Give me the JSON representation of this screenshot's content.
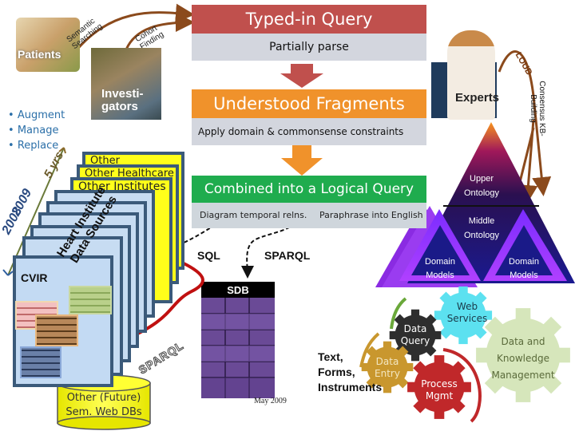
{
  "top_left": {
    "patients_label": "Patients",
    "semantic_searching_label": "Semantic Searching",
    "cohort_finding_label": "Cohort Finding",
    "investigators_label": "Investi-gators",
    "bullets": [
      "Augment",
      "Manage",
      "Replace"
    ]
  },
  "timeline": {
    "span_label": "5 yrs",
    "year_a": "2009",
    "year_b": "2008"
  },
  "data_sources": {
    "yellow_cards": [
      "Other enterprises",
      "Other Healthcare",
      "Other Institutes"
    ],
    "stack_title": "Heart Institute Data Sources",
    "cvir_label": "CVIR"
  },
  "future_db": {
    "label_line1": "Other (Future)",
    "label_line2": "Sem. Web DBs",
    "sparql_label": "SPARQL"
  },
  "flow": {
    "step1_title": "Typed-in Query",
    "step1_sub": "Partially parse",
    "step2_title": "Understood Fragments",
    "step2_sub": "Apply domain & commonsense constraints",
    "step3_title": "Combined into a Logical Query",
    "step3_sub_left": "Diagram temporal relns.",
    "step3_sub_right": "Paraphrase into English",
    "sql_label": "SQL",
    "sparql_label": "SPARQL",
    "colors": {
      "step1": "#c0504d",
      "step2": "#f0922b",
      "step3": "#1fac4e",
      "sub_bg": "#d3d6de"
    }
  },
  "sdb": {
    "title": "SDB",
    "date_label": "May 2009"
  },
  "experts": {
    "label": "Experts",
    "loud_label": "LOUD",
    "consensus_label": "Consensus KB-Building"
  },
  "ontology": {
    "upper_line1": "Upper",
    "upper_line2": "Ontology",
    "middle_line1": "Middle",
    "middle_line2": "Ontology",
    "domain_left_line1": "Domain",
    "domain_left_line2": "Models",
    "domain_right_line1": "Domain",
    "domain_right_line2": "Models"
  },
  "gears": {
    "text_forms_line1": "Text,",
    "text_forms_line2": "Forms,",
    "text_forms_line3": "Instruments",
    "data_entry": [
      "Data",
      "Entry"
    ],
    "data_query": [
      "Data",
      "Query"
    ],
    "web_services": [
      "Web",
      "Services"
    ],
    "process_mgmt": [
      "Process",
      "Mgmt"
    ],
    "dkm": [
      "Data and",
      "Knowledge",
      "Management"
    ]
  }
}
